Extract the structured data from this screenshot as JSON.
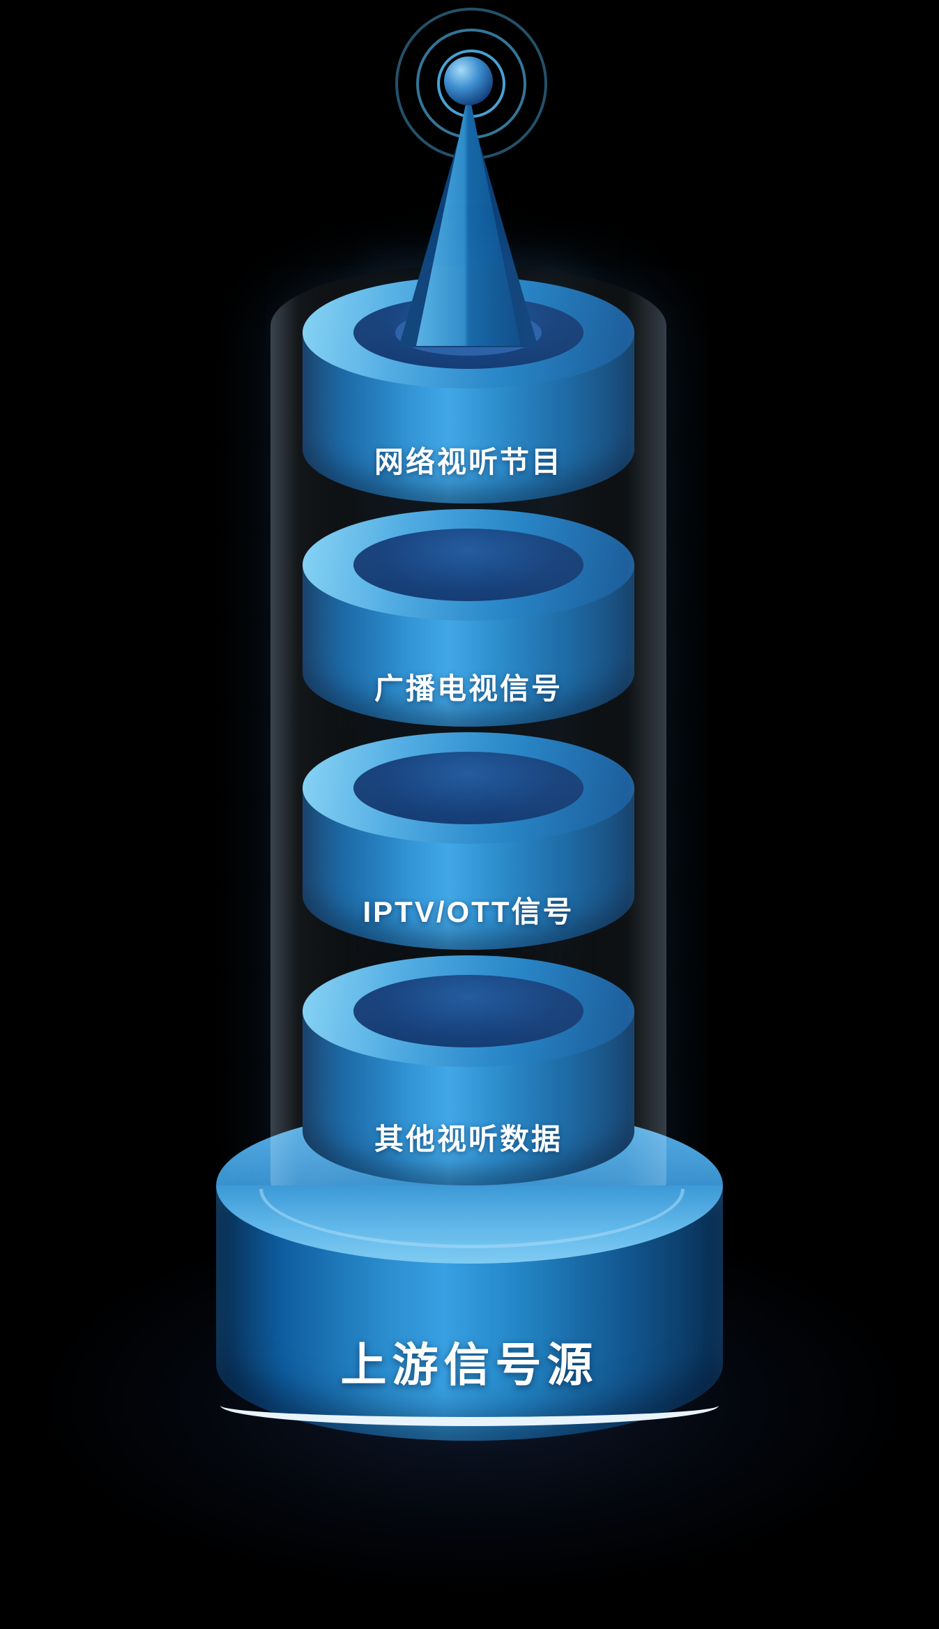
{
  "background": {
    "color": "#000000"
  },
  "antenna": {
    "icon": "broadcast-antenna-icon"
  },
  "tower": {
    "segments": [
      {
        "label": "网络视听节目"
      },
      {
        "label": "广播电视信号"
      },
      {
        "label": "IPTV/OTT信号"
      },
      {
        "label": "其他视听数据"
      }
    ],
    "base": {
      "label": "上游信号源"
    }
  },
  "colors": {
    "cylinder_light": "#3fa6e6",
    "cylinder_dark": "#0a3a68",
    "rim_light": "#82d2f4",
    "ring_accent": "#50b4eb",
    "base_stripe": "#e8f3fb",
    "text": "#ffffff"
  }
}
